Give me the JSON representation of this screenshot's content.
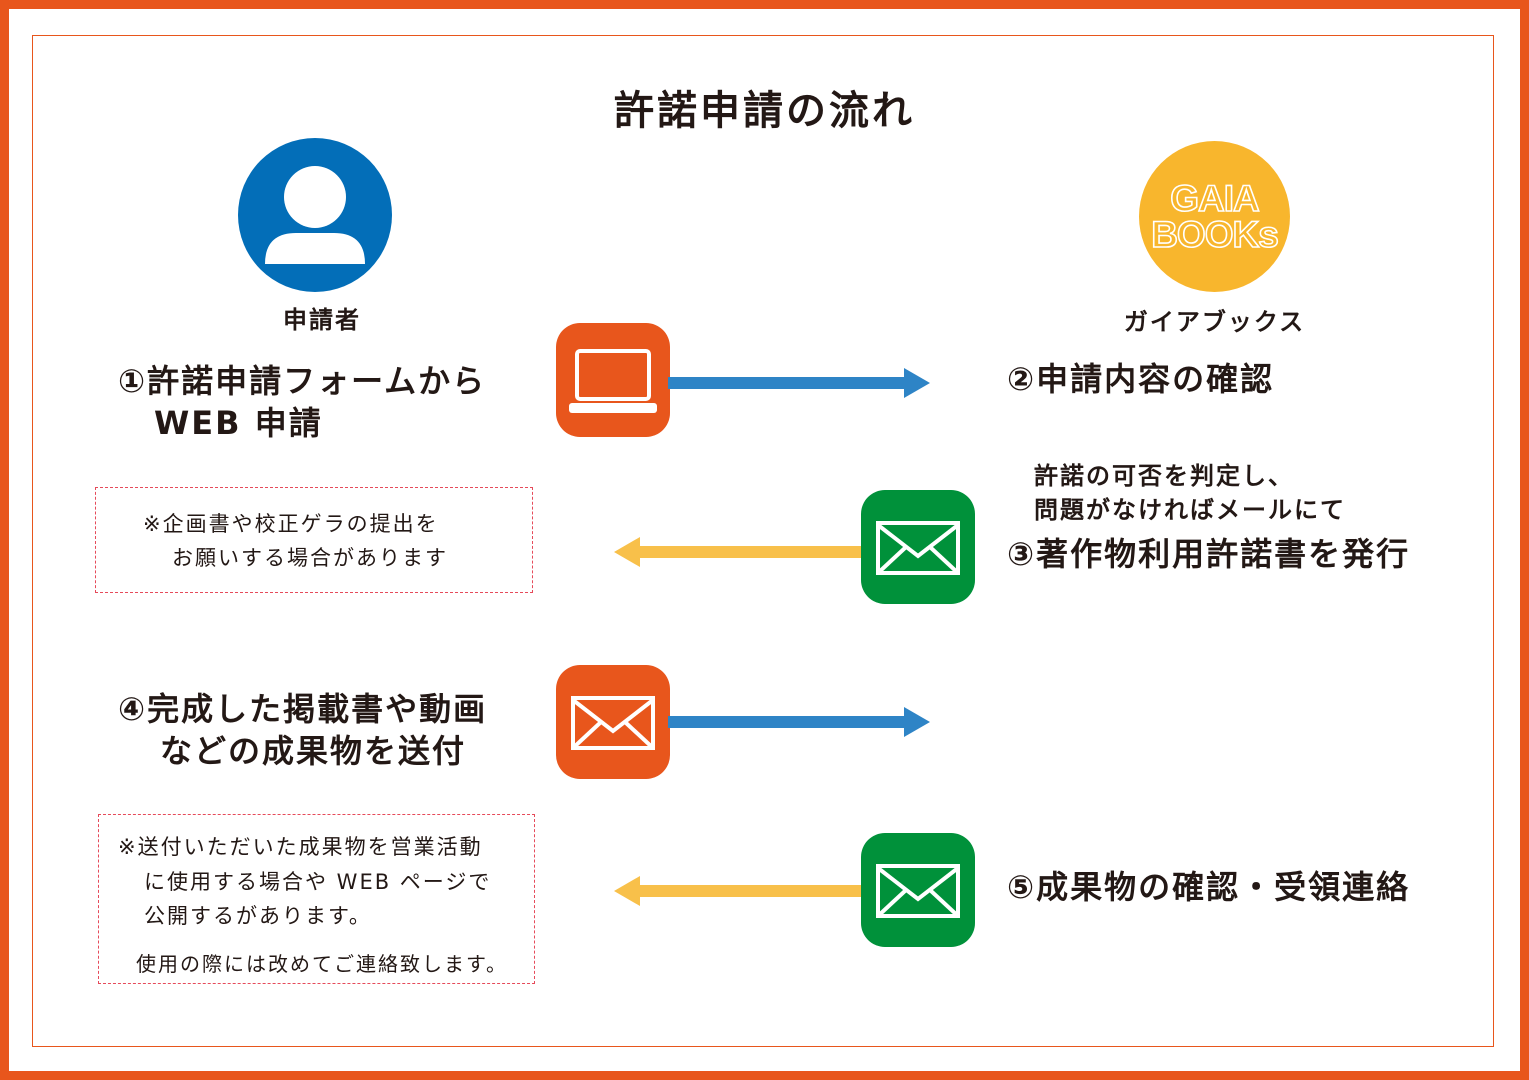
{
  "title": "許諾申請の流れ",
  "applicant": {
    "label": "申請者",
    "icon": "person-icon"
  },
  "publisher": {
    "label": "ガイアブックス",
    "logo_line1": "GAIA",
    "logo_line2": "BOOKs"
  },
  "steps": {
    "s1_line1": "①許諾申請フォームから",
    "s1_line2": "WEB 申請",
    "s2": "②申請内容の確認",
    "s3_pre1": "許諾の可否を判定し、",
    "s3_pre2": "問題がなければメールにて",
    "s3": "③著作物利用許諾書を発行",
    "s4_line1": "④完成した掲載書や動画",
    "s4_line2": "などの成果物を送付",
    "s5": "⑤成果物の確認・受領連絡"
  },
  "notes": {
    "n1_line1": "※企画書や校正ゲラの提出を",
    "n1_line2": "お願いする場合があります",
    "n2_line1": "※送付いただいた成果物を営業活動",
    "n2_line2": "に使用する場合や WEB ページで",
    "n2_line3": "公開するがあります。",
    "n2_line4": "使用の際には改めてご連絡致します。"
  },
  "colors": {
    "frame": "#e8561c",
    "applicant_blue": "#036eb8",
    "logo_yellow": "#f8b62d",
    "arrow_blue": "#2e84c6",
    "arrow_yellow": "#f8c04a",
    "mail_green": "#00913a",
    "tile_orange": "#e8561c"
  },
  "icons": [
    "person-icon",
    "laptop-icon",
    "mail-icon",
    "arrow-right-icon",
    "arrow-left-icon"
  ]
}
